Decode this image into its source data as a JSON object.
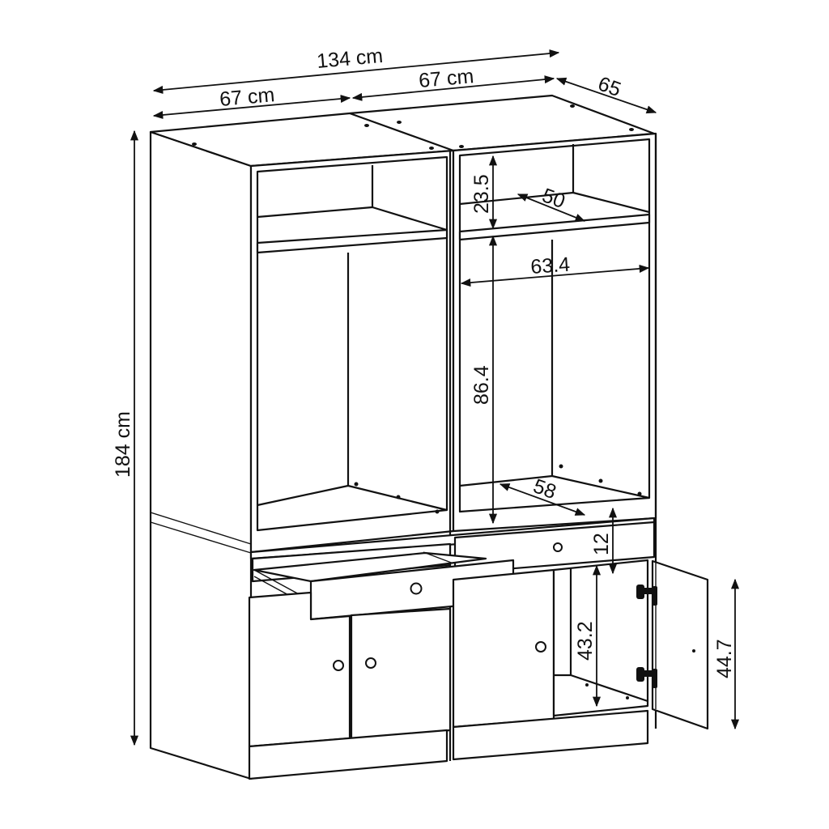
{
  "diagram": {
    "subject": "Two-module wardrobe with open top shelves, hanging compartments, drawers and lower doors",
    "dimensions": {
      "total_width": "134 cm",
      "left_module_width": "67 cm",
      "right_module_width": "67 cm",
      "depth": "65",
      "total_height": "184 cm",
      "top_shelf_height": "23.5",
      "top_shelf_depth": "50",
      "hanging_width": "63.4",
      "hanging_height": "86.4",
      "hanging_depth": "58",
      "drawer_height": "12",
      "lower_compartment_height": "43.2",
      "door_height": "44.7"
    },
    "colors": {
      "line": "#111111",
      "background": "#ffffff"
    }
  }
}
